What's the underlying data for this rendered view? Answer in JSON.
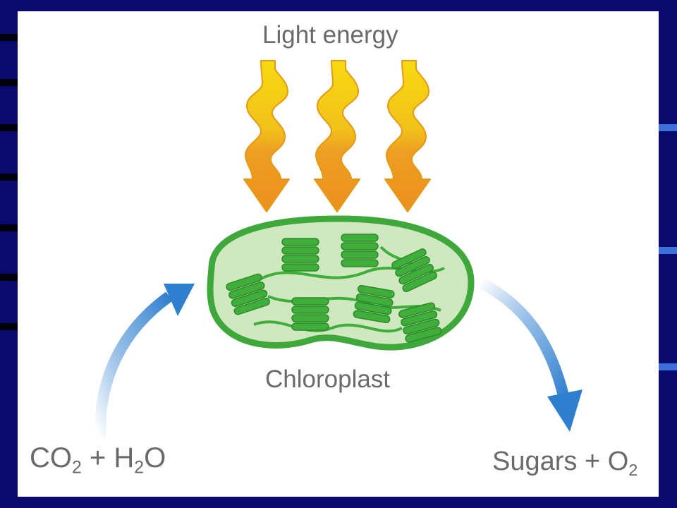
{
  "diagram": {
    "title": "Light energy",
    "organelle_label": "Chloroplast",
    "reactants": {
      "a": "CO",
      "a_sub": "2",
      "plus": "+",
      "b": "H",
      "b_sub": "2",
      "b_tail": "O"
    },
    "products": {
      "a": "Sugars",
      "plus": "+",
      "b": "O",
      "b_sub": "2"
    }
  },
  "colors": {
    "slide_background": "#0a0a6e",
    "panel": "#ffffff",
    "light_yellow": "#f5d20a",
    "light_orange": "#ef9a1c",
    "chloroplast_outline": "#3fa83a",
    "chloroplast_fill": "#cfe8bf",
    "thylakoid": "#3fae3a",
    "arrow_blue": "#2f7fcf",
    "label_gray": "#6a6a6a"
  },
  "icons": [
    "light-bolt-icon",
    "chloroplast-icon",
    "curved-arrow-icon"
  ]
}
